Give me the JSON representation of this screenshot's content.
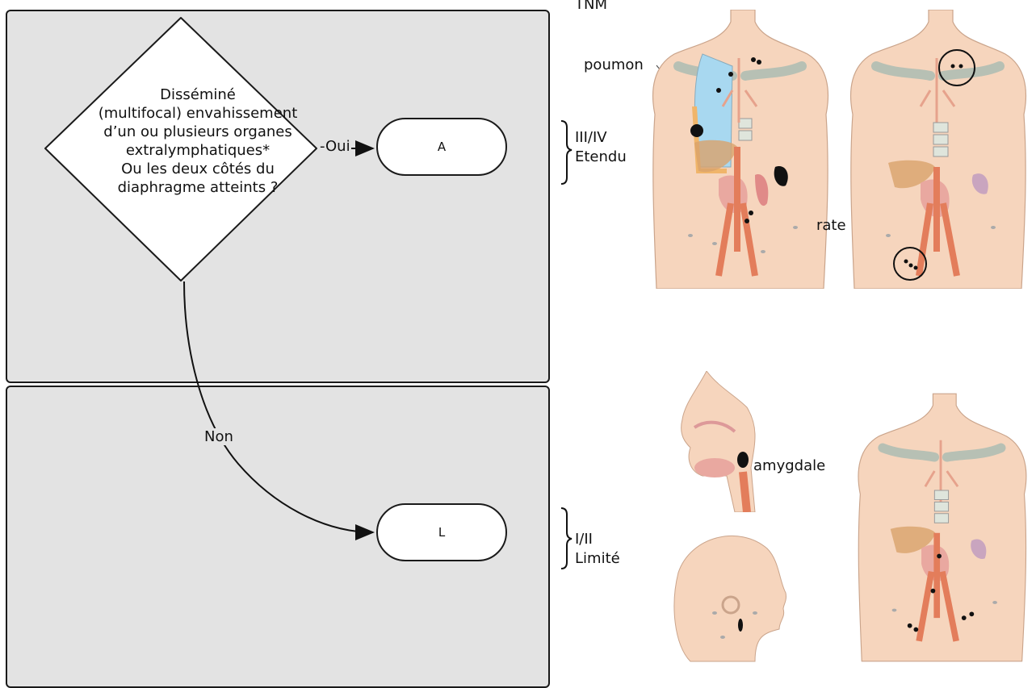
{
  "header": {
    "tnm": "TNM"
  },
  "flowchart": {
    "decision_text": "Disséminé\n(multifocal) envahissement\nd’un ou plusieurs organes\nextralymphatiques*\nOu les deux côtés du\ndiaphragme atteints ?",
    "yes_label": "-Oui",
    "no_label": "Non",
    "outcome_advanced": "A",
    "outcome_limited": "L"
  },
  "stages": {
    "advanced": {
      "code": "III/IV",
      "name": "Etendu"
    },
    "limited": {
      "code": "I/II",
      "name": "Limité"
    }
  },
  "anatomy_labels": {
    "lung": "poumon",
    "spleen": "rate",
    "tonsil": "amygdale"
  },
  "colors": {
    "panel": "#e3e3e3",
    "skin": "#f6d5bd",
    "lung": "#a8d8f0",
    "bone": "#dfe5dc",
    "aorta": "#e37d5b",
    "lesion": "#111111"
  }
}
